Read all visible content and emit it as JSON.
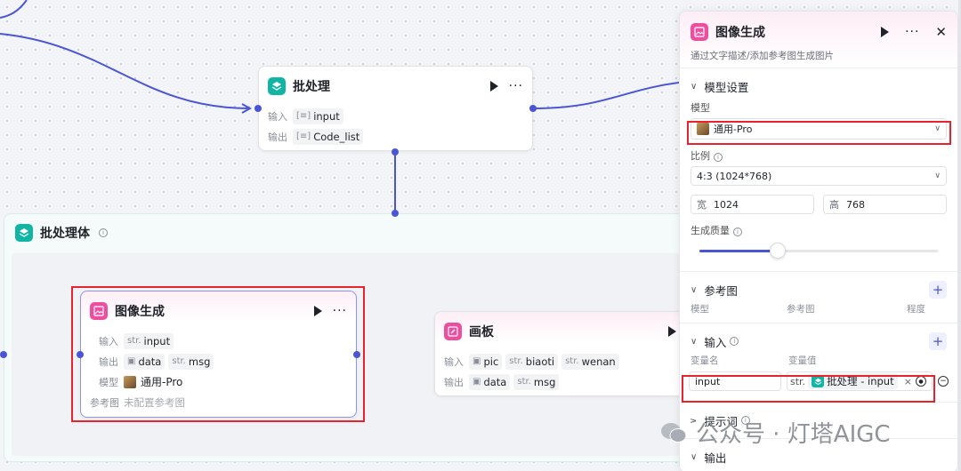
{
  "batch_node": {
    "title": "批处理",
    "input_label": "输入",
    "input_value": "input",
    "output_label": "输出",
    "output_value": "Code_list"
  },
  "batch_body": {
    "title": "批处理体"
  },
  "image_node": {
    "title": "图像生成",
    "input_label": "输入",
    "input_type": "str.",
    "input_value": "input",
    "output_label": "输出",
    "output_1": "data",
    "output_2_type": "str.",
    "output_2": "msg",
    "model_label": "模型",
    "model_value": "通用-Pro",
    "ref_label": "参考图",
    "ref_value": "未配置参考图"
  },
  "canvas_node": {
    "title": "画板",
    "input_label": "输入",
    "input_1": "pic",
    "input_2_type": "str.",
    "input_2": "biaoti",
    "input_3_type": "str.",
    "input_3": "wenan",
    "output_label": "输出",
    "output_1": "data",
    "output_2_type": "str.",
    "output_2": "msg"
  },
  "panel": {
    "title": "图像生成",
    "description": "通过文字描述/添加参考图生成图片",
    "model_settings": "模型设置",
    "model_label": "模型",
    "model_value": "通用-Pro",
    "ratio_label": "比例",
    "ratio_value": "4:3 (1024*768)",
    "width_label": "宽",
    "width_value": "1024",
    "height_label": "高",
    "height_value": "768",
    "quality_label": "生成质量",
    "quality_level": 0.33,
    "ref_section": "参考图",
    "ref_col_model": "模型",
    "ref_col_image": "参考图",
    "ref_col_degree": "程度",
    "input_section": "输入",
    "var_name_header": "变量名",
    "var_value_header": "变量值",
    "var_name_value": "input",
    "var_value_type": "str.",
    "var_value_ref": "批处理 - input",
    "prompt_section": "提示词",
    "output_section": "输出"
  },
  "watermark": "公众号 · 灯塔AIGC",
  "colors": {
    "edge": "#4a55d6",
    "highlight": "#e8232d",
    "teal": "#12b5a4",
    "pink": "#ec4fa0"
  }
}
